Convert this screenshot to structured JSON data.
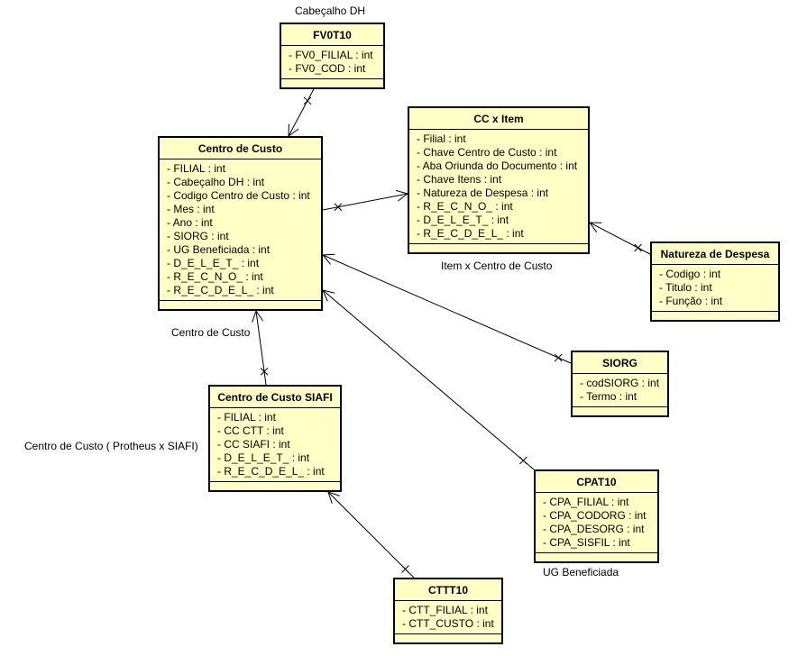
{
  "diagram": {
    "type": "uml-class-diagram",
    "line_color": "#000000",
    "class_fill": "#ffffc6"
  },
  "classes": {
    "fv0t10": {
      "name": "FV0T10",
      "attributes": [
        "- FV0_FILIAL : int",
        "- FV0_COD : int"
      ]
    },
    "centro_custo": {
      "name": "Centro de Custo",
      "attributes": [
        "- FILIAL : int",
        "- Cabeçalho DH : int",
        "- Codigo Centro de Custo : int",
        "- Mes : int",
        "- Ano : int",
        "- SIORG : int",
        "- UG Beneficiada : int",
        "- D_E_L_E_T_ : int",
        "- R_E_C_N_O_ : int",
        "- R_E_C_D_E_L_ : int"
      ]
    },
    "cc_item": {
      "name": "CC x Item",
      "attributes": [
        "- Filial : int",
        "- Chave Centro de Custo : int",
        "- Aba Oriunda do Documento : int",
        "- Chave Itens : int",
        "- Natureza de Despesa : int",
        "- R_E_C_N_O_ : int",
        "- D_E_L_E_T_ : int",
        "- R_E_C_D_E_L_ : int"
      ]
    },
    "natureza": {
      "name": "Natureza de Despesa",
      "attributes": [
        "- Codigo : int",
        "- Titulo : int",
        "- Função : int"
      ]
    },
    "siorg": {
      "name": "SIORG",
      "attributes": [
        "- codSIORG : int",
        "- Termo : int"
      ]
    },
    "cc_siafi": {
      "name": "Centro de Custo SIAFI",
      "attributes": [
        "- FILIAL : int",
        "- CC CTT : int",
        "- CC SIAFI : int",
        "- D_E_L_E_T_ : int",
        "- R_E_C_D_E_L_ : int"
      ]
    },
    "cpat10": {
      "name": "CPAT10",
      "attributes": [
        "- CPA_FILIAL : int",
        "- CPA_CODORG : int",
        "- CPA_DESORG : int",
        "- CPA_SISFIL : int"
      ]
    },
    "cttt10": {
      "name": "CTTT10",
      "attributes": [
        "- CTT_FILIAL : int",
        "- CTT_CUSTO : int"
      ]
    }
  },
  "labels": {
    "cabecalho_dh": "Cabeçalho DH",
    "item_x_cc": "Item x Centro de Custo",
    "centro_custo": "Centro de Custo",
    "cc_protheus_siafi": "Centro de Custo ( Protheus x SIAFI)",
    "ug_beneficiada": "UG Beneficiada"
  },
  "associations": [
    {
      "from": "fv0t10",
      "to": "centro_custo",
      "navigable_end": "centro_custo",
      "non_navigable_end": "fv0t10"
    },
    {
      "from": "centro_custo",
      "to": "cc_item",
      "navigable_end": "cc_item",
      "non_navigable_end": "centro_custo"
    },
    {
      "from": "natureza",
      "to": "cc_item",
      "navigable_end": "cc_item",
      "non_navigable_end": "natureza"
    },
    {
      "from": "siorg",
      "to": "centro_custo",
      "navigable_end": "centro_custo",
      "non_navigable_end": "siorg"
    },
    {
      "from": "cpat10",
      "to": "centro_custo",
      "navigable_end": "centro_custo",
      "non_navigable_end": "cpat10"
    },
    {
      "from": "cc_siafi",
      "to": "centro_custo",
      "navigable_end": "centro_custo",
      "non_navigable_end": "cc_siafi"
    },
    {
      "from": "cttt10",
      "to": "cc_siafi",
      "navigable_end": "cc_siafi",
      "non_navigable_end": "cttt10"
    }
  ]
}
